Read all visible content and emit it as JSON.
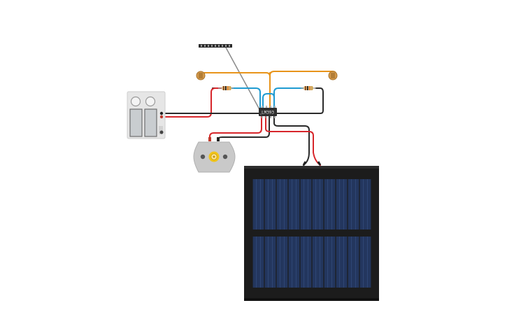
{
  "ic": {
    "label": "LM393"
  },
  "colors": {
    "wire_orange": "#e8941a",
    "wire_blue": "#1f9bd1",
    "wire_red": "#d7262b",
    "wire_black": "#2b2b2b",
    "wire_gray": "#8a8a8a",
    "solar_frame": "#1c1c1c",
    "solar_cell": "#23365e",
    "motor_body": "#c9c9c9",
    "motor_shaft": "#f0c419",
    "battery_case": "#e6e6e6",
    "photoresistor": "#d59a4a"
  },
  "components": [
    {
      "id": "header-strip",
      "icon": "pin-header-icon"
    },
    {
      "id": "photoresistor-left",
      "icon": "photoresistor-icon"
    },
    {
      "id": "photoresistor-right",
      "icon": "photoresistor-icon"
    },
    {
      "id": "resistor-left",
      "icon": "resistor-icon"
    },
    {
      "id": "resistor-right",
      "icon": "resistor-icon"
    },
    {
      "id": "comparator-ic",
      "icon": "ic-chip-icon"
    },
    {
      "id": "battery-pack",
      "icon": "battery-pack-icon"
    },
    {
      "id": "dc-motor",
      "icon": "dc-motor-icon"
    },
    {
      "id": "solar-panel",
      "icon": "solar-panel-icon"
    }
  ]
}
